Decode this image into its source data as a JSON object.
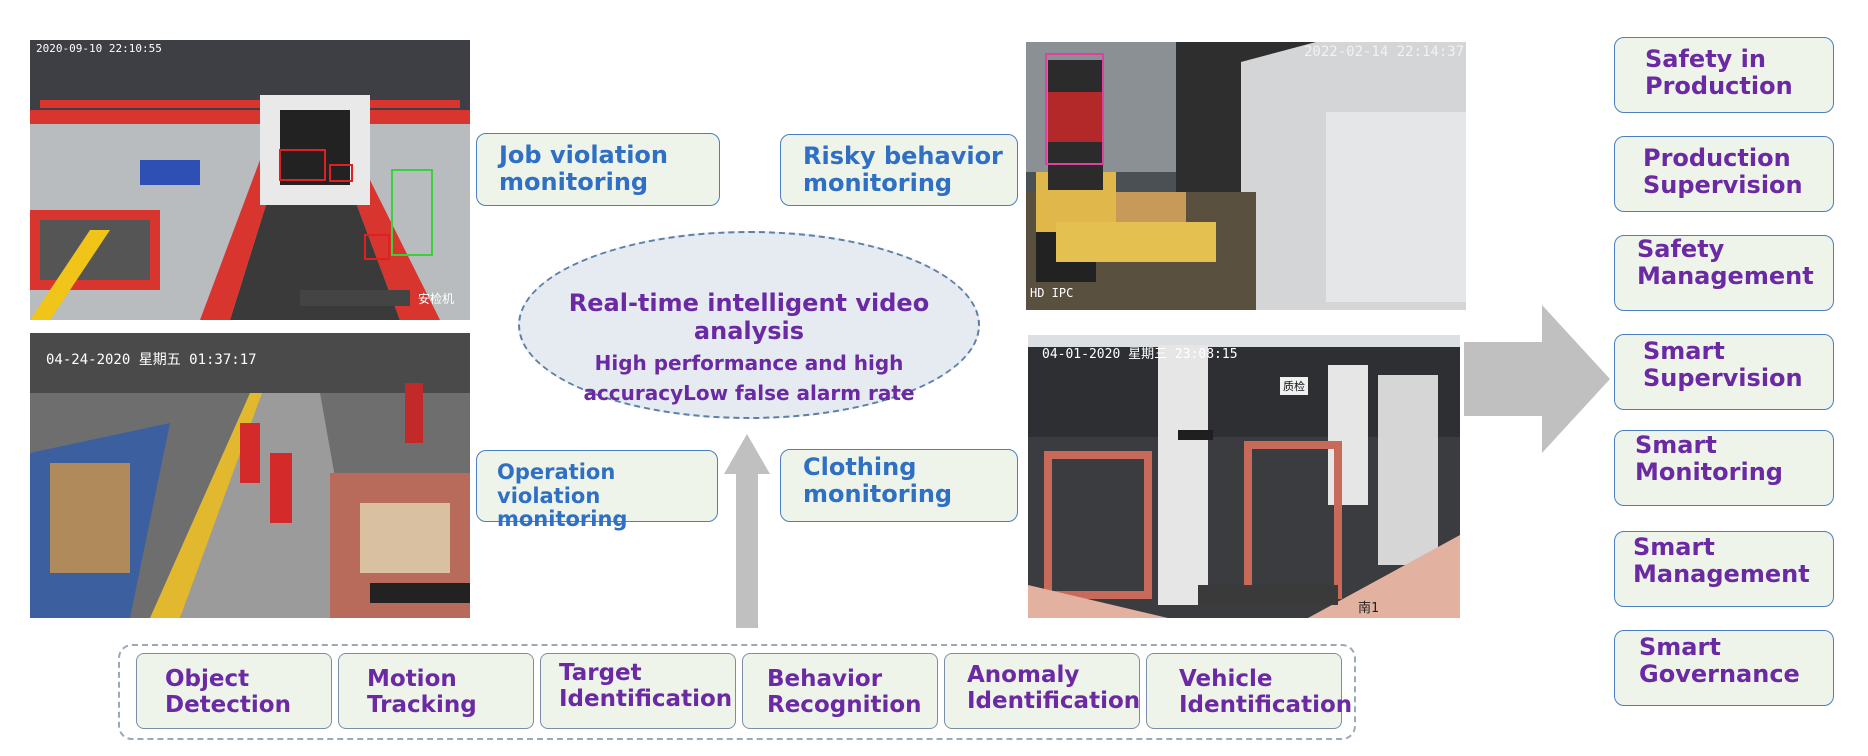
{
  "colors": {
    "box_bg": "#eef4ea",
    "blue_text": "#2f6fc4",
    "purple_text": "#6b2aa3",
    "box_border": "#4a7fc1",
    "arrow": "#c0c0c0",
    "ellipse_bg": "#e6eaf1"
  },
  "cameras": {
    "top_left": {
      "timestamp": "2020-09-10 22:10:55",
      "caption": "安检机"
    },
    "bottom_left": {
      "timestamp": "04-24-2020 星期五 01:37:17"
    },
    "top_right": {
      "timestamp": "2022-02-14 22:14:37",
      "label": "HD IPC"
    },
    "bottom_right": {
      "timestamp": "04-01-2020 星期三 23:08:15",
      "caption": "南1",
      "sign": "质检"
    }
  },
  "monitoring": {
    "job_violation": {
      "line1": "Job violation",
      "line2": "monitoring"
    },
    "risky_behavior": {
      "line1": "Risky behavior",
      "line2": "monitoring"
    },
    "operation_violation": {
      "line1": "Operation violation",
      "line2": "monitoring"
    },
    "clothing": {
      "line1": "Clothing",
      "line2": "monitoring"
    }
  },
  "center": {
    "title": "Real-time intelligent video analysis",
    "line2": "High performance and high",
    "line3": "accuracyLow false alarm rate"
  },
  "capabilities": [
    {
      "line1": "Object",
      "line2": "Detection"
    },
    {
      "line1": "Motion",
      "line2": "Tracking"
    },
    {
      "line1": "Target",
      "line2": "Identification"
    },
    {
      "line1": "Behavior",
      "line2": "Recognition"
    },
    {
      "line1": "Anomaly",
      "line2": "Identification"
    },
    {
      "line1": "Vehicle",
      "line2": "Identification"
    }
  ],
  "outcomes": [
    {
      "line1": "Safety in",
      "line2": "Production"
    },
    {
      "line1": "Production",
      "line2": "Supervision"
    },
    {
      "line1": "Safety",
      "line2": "Management"
    },
    {
      "line1": "Smart",
      "line2": "Supervision"
    },
    {
      "line1": "Smart",
      "line2": "Monitoring"
    },
    {
      "line1": "Smart",
      "line2": "Management"
    },
    {
      "line1": "Smart",
      "line2": "Governance"
    }
  ]
}
